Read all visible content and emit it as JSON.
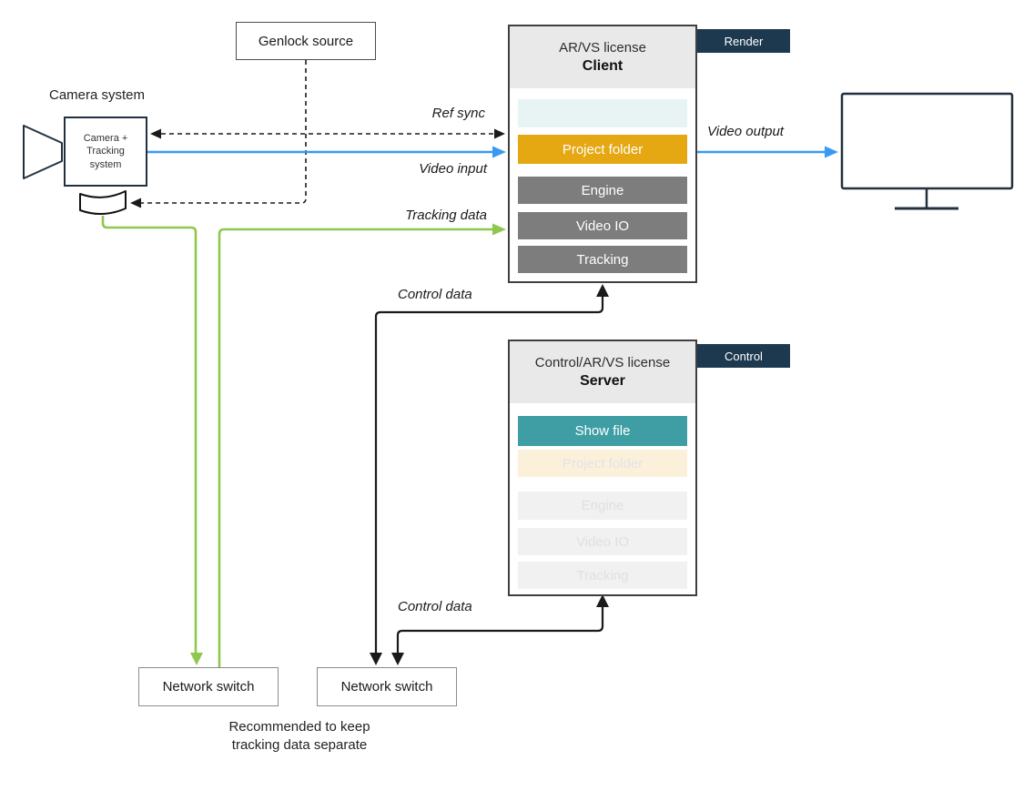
{
  "genlock": {
    "label": "Genlock source"
  },
  "camera": {
    "title": "Camera system",
    "line1": "Camera +",
    "line2": "Tracking",
    "line3": "system"
  },
  "client": {
    "license": "AR/VS license",
    "role": "Client",
    "tag": "Render",
    "rows": [
      {
        "label": ""
      },
      {
        "label": "Project folder"
      },
      {
        "label": "Engine"
      },
      {
        "label": "Video IO"
      },
      {
        "label": "Tracking"
      }
    ]
  },
  "server": {
    "license": "Control/AR/VS license",
    "role": "Server",
    "tag": "Control",
    "rows": [
      {
        "label": "Show file"
      },
      {
        "label": "Project folder"
      },
      {
        "label": "Engine"
      },
      {
        "label": "Video IO"
      },
      {
        "label": "Tracking"
      }
    ]
  },
  "switches": {
    "left": "Network switch",
    "right": "Network switch"
  },
  "note": {
    "line1": "Recommended to keep",
    "line2": "tracking data separate"
  },
  "edge_labels": {
    "ref_sync": "Ref sync",
    "video_input": "Video input",
    "tracking_data": "Tracking data",
    "control_data_top": "Control data",
    "control_data_bottom": "Control data",
    "video_output": "Video output"
  },
  "icons": {
    "camera": "camera-icon",
    "tracking_sensor": "tracking-sensor-icon",
    "monitor": "monitor-icon"
  },
  "colors": {
    "video_blue": "#3a99f2",
    "tracking_green": "#8fc74f",
    "control_black": "#1a1a1a",
    "project_orange": "#e5a712",
    "showfile_teal": "#3e9ea4",
    "tag_navy": "#1d3950",
    "module_gray": "#7d7d7d",
    "header_gray": "#e9e9e9"
  }
}
